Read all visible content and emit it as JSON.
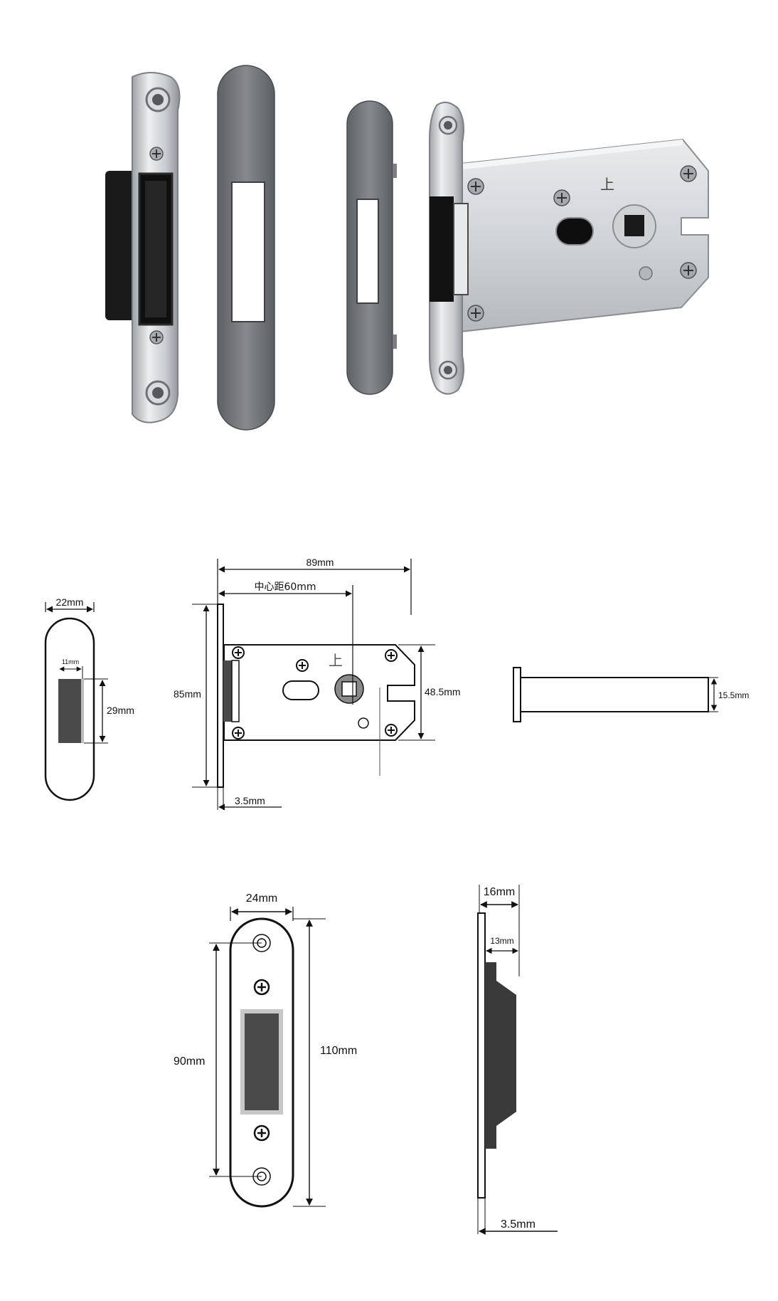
{
  "colors": {
    "steel_light": "#e6e7e9",
    "steel_mid": "#b8bbbf",
    "steel_dark": "#7b7f84",
    "cover_plate": "#6f7276",
    "rubber_black": "#1b1b1b",
    "line": "#111111",
    "drawing_fill": "#4a4a4a"
  },
  "photo": {
    "icons": [
      "strike-plate",
      "strike-cover-plate",
      "lock-face-cover-plate",
      "magnetic-lock-body"
    ],
    "case_marking": "上"
  },
  "drawing1": {
    "strike_width": "22mm",
    "opening_width": "11mm",
    "opening_height": "29mm"
  },
  "drawing2": {
    "overall_depth": "89mm",
    "center_distance": "中心距60mm",
    "faceplate_height": "85mm",
    "case_height": "48.5mm",
    "faceplate_thickness": "3.5mm",
    "case_marking": "上"
  },
  "drawing3": {
    "case_thickness": "15.5mm"
  },
  "drawing4": {
    "plate_width": "24mm",
    "hole_spacing": "90mm",
    "plate_length": "110mm"
  },
  "drawing5": {
    "overall_depth": "16mm",
    "box_depth": "13mm",
    "plate_thickness": "3.5mm"
  }
}
